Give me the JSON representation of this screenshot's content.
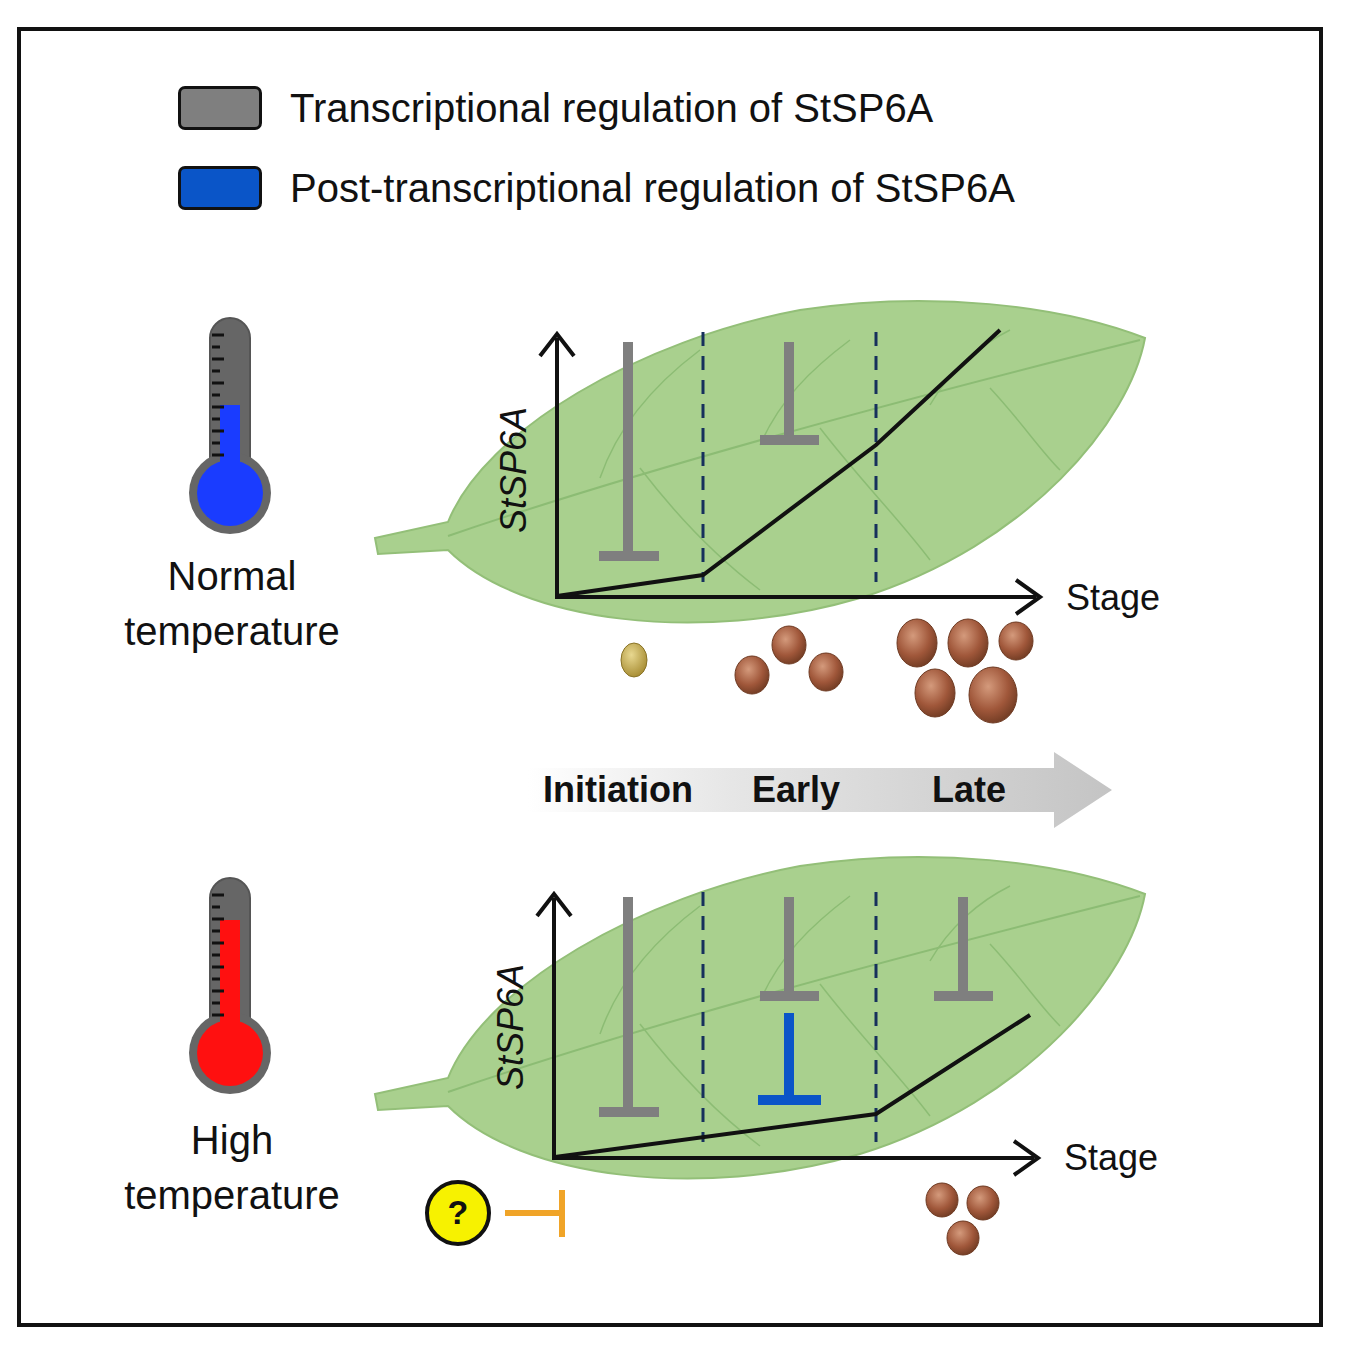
{
  "diagram": {
    "nodes": [
      {
        "text": [
          "Initiation",
          "Early",
          "Late"
        ]
      },
      {
        "text": [
          "?"
        ]
      }
    ],
    "labels": [
      "Normal temperature",
      "StSP6A",
      "Stage",
      "High temperature",
      "StSP6A",
      "Stage"
    ],
    "legend": [
      {
        "text": "Transcriptional regulation of StSP6A",
        "color": "#7f7f7f"
      },
      {
        "text": "Post-transcriptional regulation of StSP6A",
        "color": "#0a55c8"
      }
    ]
  }
}
